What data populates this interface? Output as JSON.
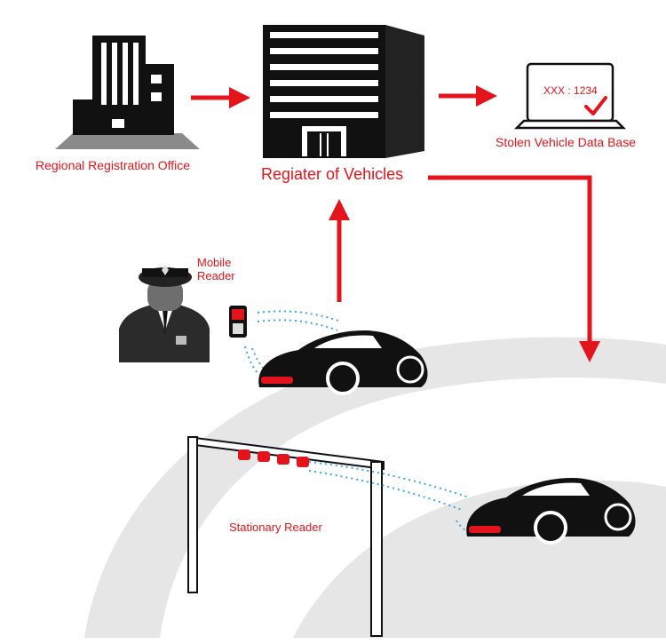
{
  "labels": {
    "regional_office": "Regional Registration Office",
    "register": "Regiater of Vehicles",
    "stolen_db": "Stolen Vehicle Data Base",
    "mobile_line1": "Mobile",
    "mobile_line2": "Reader",
    "stationary": "Stationary Reader",
    "screen_plate": "XXX : 1234"
  },
  "colors": {
    "accent_red": "#e3141b",
    "ink": "#111111",
    "road_gray": "#e6e6e6"
  },
  "icons": [
    "office-building-icon",
    "register-building-icon",
    "laptop-icon",
    "checkmark-icon",
    "police-officer-icon",
    "handheld-reader-icon",
    "car-icon",
    "gantry-reader-icon",
    "signal-waves-icon"
  ]
}
